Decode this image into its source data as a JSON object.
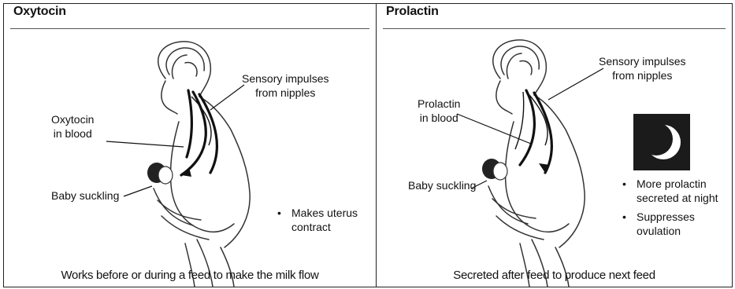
{
  "left_panel": {
    "title": "Oxytocin",
    "labels": {
      "sensory": "Sensory impulses\nfrom nipples",
      "hormone": "Oxytocin\nin blood",
      "baby": "Baby suckling"
    },
    "bullets": [
      "Makes uterus\ncontract"
    ],
    "caption": "Works before or during a feed to make the milk flow"
  },
  "right_panel": {
    "title": "Prolactin",
    "labels": {
      "sensory": "Sensory impulses\nfrom nipples",
      "hormone": "Prolactin\nin blood",
      "baby": "Baby suckling"
    },
    "bullets": [
      "More prolactin\nsecreted at night",
      "Suppresses\novulation"
    ],
    "caption": "Secreted after feed to produce next feed",
    "icons": {
      "night": "crescent-moon-icon"
    }
  }
}
